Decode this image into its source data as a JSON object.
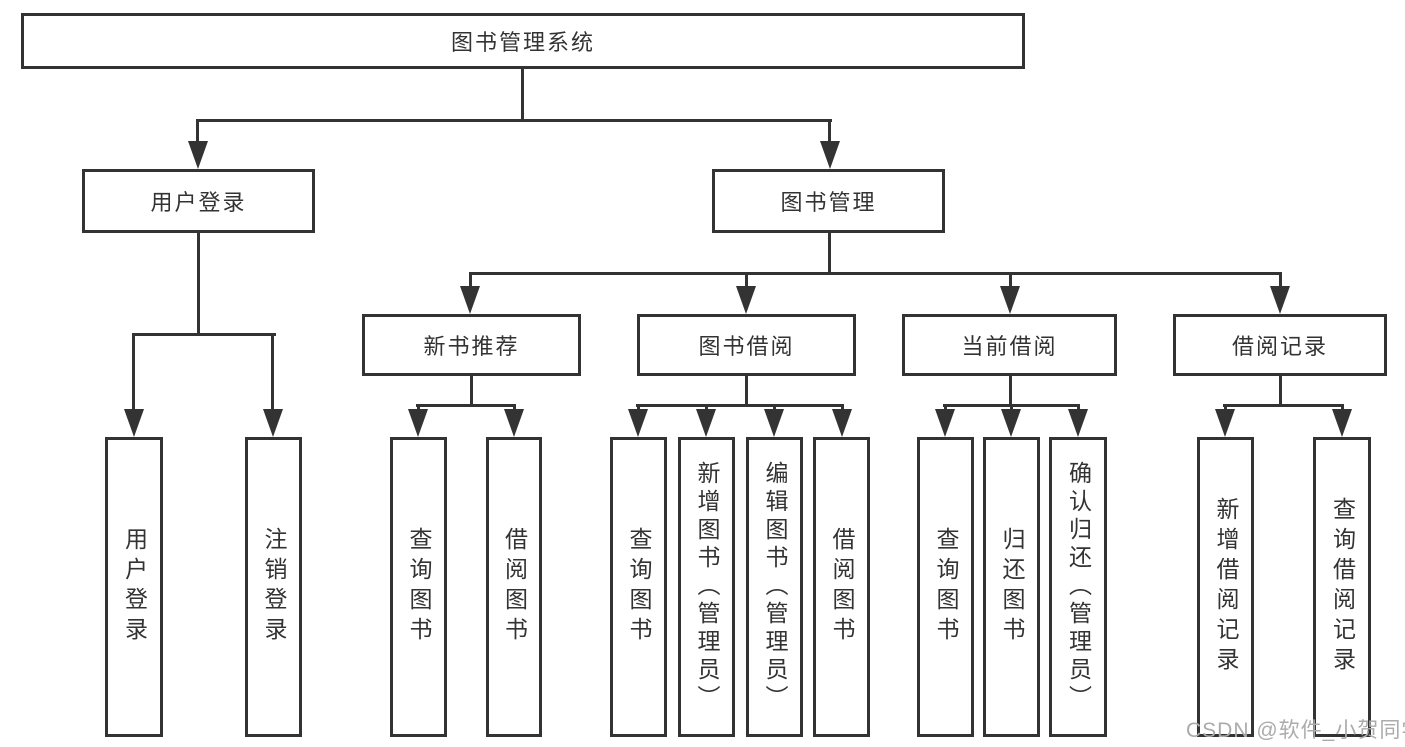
{
  "diagram": {
    "type": "hierarchy-tree",
    "colors": {
      "line": "#333333",
      "text": "#333333",
      "box_background": "#ffffff",
      "watermark": "#ababab"
    },
    "tree": {
      "root": "图书管理系统",
      "children": [
        {
          "label": "用户登录",
          "children": [
            {
              "label": "用户登录"
            },
            {
              "label": "注销登录"
            }
          ]
        },
        {
          "label": "图书管理",
          "children": [
            {
              "label": "新书推荐",
              "children": [
                {
                  "label": "查询图书"
                },
                {
                  "label": "借阅图书"
                }
              ]
            },
            {
              "label": "图书借阅",
              "children": [
                {
                  "label": "查询图书"
                },
                {
                  "label": "新增图书（管理员）"
                },
                {
                  "label": "编辑图书（管理员）"
                },
                {
                  "label": "借阅图书"
                }
              ]
            },
            {
              "label": "当前借阅",
              "children": [
                {
                  "label": "查询图书"
                },
                {
                  "label": "归还图书"
                },
                {
                  "label": "确认归还（管理员）"
                }
              ]
            },
            {
              "label": "借阅记录",
              "children": [
                {
                  "label": "新增借阅记录"
                },
                {
                  "label": "查询借阅记录"
                }
              ]
            }
          ]
        }
      ]
    },
    "watermark": "CSDN @软件_小贺同学"
  }
}
